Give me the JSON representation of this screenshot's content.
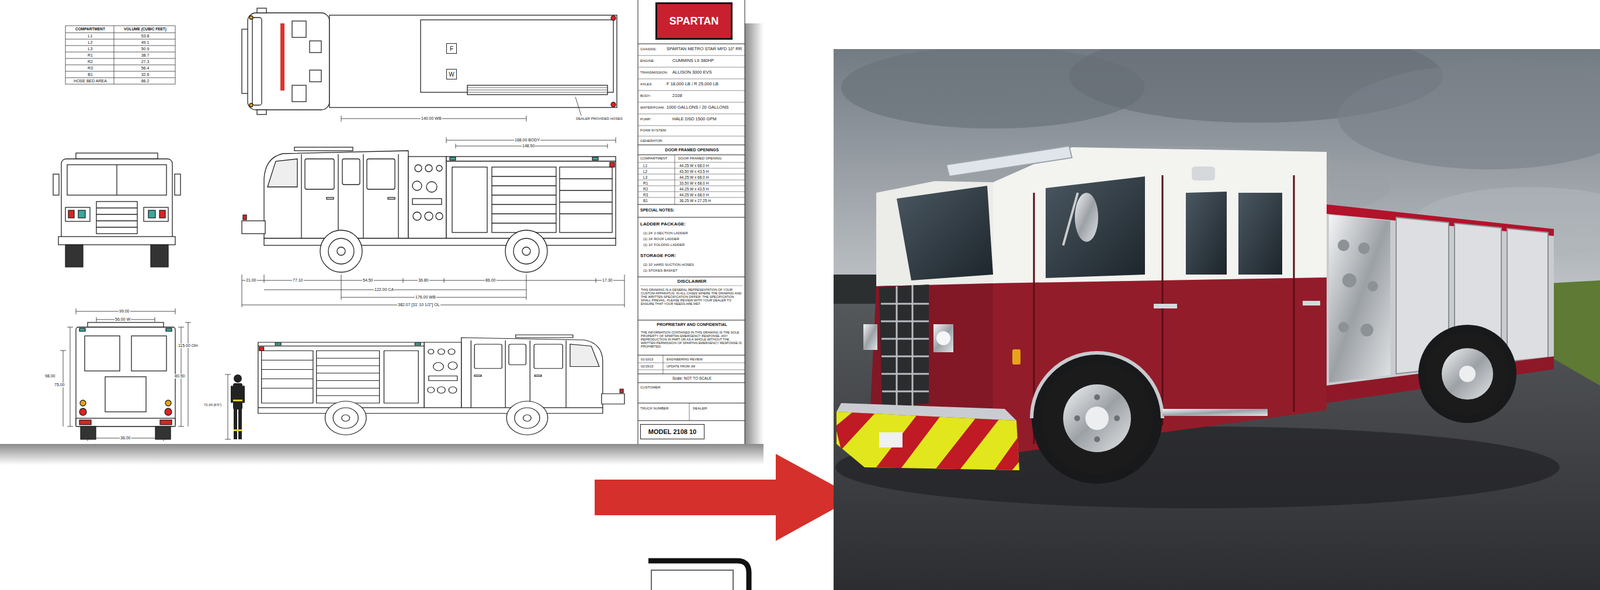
{
  "diagram": {
    "nodes": [
      {
        "text": [
          "SPARTAN"
        ]
      },
      {
        "text": [
          "F"
        ]
      },
      {
        "text": [
          "W"
        ]
      },
      {
        "text": [
          "MODEL 2108 10"
        ]
      }
    ],
    "labels": [
      "COMPARTMENT",
      "VOLUME (CUBIC FEET)",
      "L1",
      "53.8",
      "L2",
      "49.1",
      "L3",
      "50.9",
      "R1",
      "38.7",
      "R2",
      "27.3",
      "R3",
      "56.4",
      "B1",
      "32.6",
      "HOSE BED AREA",
      "86.2",
      "CHASSIS:",
      "SPARTAN METRO STAR MFD 10\" RR",
      "ENGINE:",
      "CUMMINS L9 380HP",
      "TRANSMISSION:",
      "ALLISON 3000 EVS",
      "AXLES:",
      "F 18,000 LB / R 25,000 LB",
      "BODY:",
      "2108",
      "WATER/FOAM:",
      "1000 GALLONS / 20 GALLONS",
      "PUMP:",
      "HALE DSD 1500 GPM",
      "FOAM SYSTEM:",
      "GENERATOR:",
      "DOOR FRAMED OPENINGS",
      "COMPARTMENT",
      "DOOR FRAMED OPENING",
      "L1",
      "44.25 W x 68.0 H",
      "L2",
      "43.50 W x 43.5 H",
      "L3",
      "44.25 W x 68.0 H",
      "R1",
      "33.50 W x 68.0 H",
      "R2",
      "44.25 W x 43.5 H",
      "R3",
      "44.25 W x 68.0 H",
      "B1",
      "36.25 W x 27.25 H",
      "SPECIAL NOTES:",
      "LADDER PACKAGE:",
      "(1) 24' 2-SECTION LADDER",
      "(1) 14' ROOF LADDER",
      "(1) 10' FOLDING LADDER",
      "STORAGE FOR:",
      "(2) 10' HARD SUCTION HOSES",
      "(1) STOKES BASKET",
      "DISCLAIMER",
      "THIS DRAWING IS A GENERAL REPRESENTATION OF YOUR CUSTOM APPARATUS. IN ALL CASES WHERE THE DRAWING AND THE WRITTEN SPECIFICATION DIFFER, THE SPECIFICATION SHALL PREVAIL. PLEASE REVIEW WITH YOUR DEALER TO ENSURE THAT YOUR NEEDS ARE MET.",
      "PROPRIETARY AND CONFIDENTIAL",
      "THE INFORMATION CONTAINED IN THIS DRAWING IS THE SOLE PROPERTY OF SPARTAN EMERGENCY RESPONSE. ANY REPRODUCTION IN PART OR AS A WHOLE WITHOUT THE WRITTEN PERMISSION OF SPARTAN EMERGENCY RESPONSE IS PROHIBITED.",
      "01/10/23",
      "ENGINEERING REVIEW",
      "02/15/23",
      "UPDATE FROM JW",
      "Scale: NOT TO SCALE",
      "CUSTOMER:",
      "TRUCK NUMBER:",
      "DEALER:",
      "168.00 BODY",
      "148.50",
      "21.00",
      "77.10",
      "54.50",
      "36.80",
      "86.00",
      "17.30",
      "122.00 CA",
      "176.00 WB",
      "382.07 [31' 10 1/2\"] OL",
      "140.00 WB",
      "DEALER PROVIDED HOSES",
      "99.00",
      "56.00 W",
      "115.00 OH",
      "98.00",
      "75.00",
      "80.50",
      "36.00",
      "72.00 [6'0\"]"
    ]
  }
}
